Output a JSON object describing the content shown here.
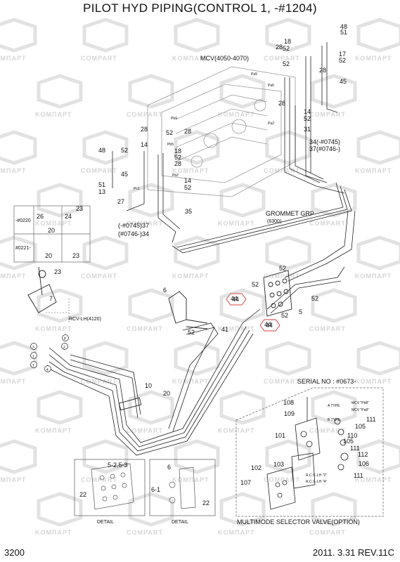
{
  "title": "PILOT HYD PIPING(CONTROL 1, -#1204)",
  "page_number": "3200",
  "revision": "2011. 3.31  REV.11C",
  "watermark": {
    "brand_a": "COMPART",
    "brand_b": "KOMПАРТ"
  },
  "labels": {
    "mcv": "MCV(4050-4070)",
    "grommet": "GROMMET GRP",
    "grommet_code": "(6300)",
    "rcv": "RCV-LH(4120)",
    "serial": "SERIAL NO : #0673-",
    "multimode": "MULTIMODE SELECTOR VALVE(OPTION)",
    "detail_left": "DETAIL",
    "detail_right": "DETAIL",
    "serial_0220": "-#0220",
    "serial_0221": "#0221-",
    "range_34": "34(-#0745)",
    "range_37": "37(#0746-)",
    "range_37b": "(-#0745)37",
    "range_34b": "(#0746-)34",
    "a_type": "A TYPE",
    "b_type": "B TYPE",
    "mcv_pb8": "MCV \"Pb8\"",
    "mcv_pa8": "MCV \"Pa8\"",
    "rcv_lh_2": "R.C.V.-LH \"2\"",
    "rcv_lh_4": "R.C.V.-LH \"4\""
  },
  "ports": [
    "Pa9",
    "Pa5",
    "Pb9",
    "Pb5",
    "Pa2",
    "Pb2",
    "Pc1"
  ],
  "circled_ports": [
    "3",
    "1",
    "T",
    "P",
    "2",
    "4"
  ],
  "callouts": [
    "48",
    "51",
    "18",
    "52",
    "28",
    "17",
    "52",
    "28",
    "45",
    "52",
    "28",
    "14",
    "52",
    "31",
    "48",
    "28",
    "14",
    "52",
    "52",
    "18",
    "52",
    "28",
    "28",
    "45",
    "14",
    "52",
    "51",
    "13",
    "27",
    "35",
    "23",
    "26",
    "20",
    "24",
    "20",
    "23",
    "23",
    "7",
    "6",
    "52",
    "41",
    "44",
    "44",
    "52",
    "52",
    "52",
    "5",
    "52",
    "10",
    "20",
    "5-2,5-3",
    "6",
    "6-1",
    "22",
    "22",
    "108",
    "109",
    "101",
    "105",
    "111",
    "110",
    "105",
    "111",
    "112",
    "106",
    "111",
    "102",
    "103",
    "107"
  ],
  "highlighted_callouts": [
    "44",
    "44"
  ]
}
